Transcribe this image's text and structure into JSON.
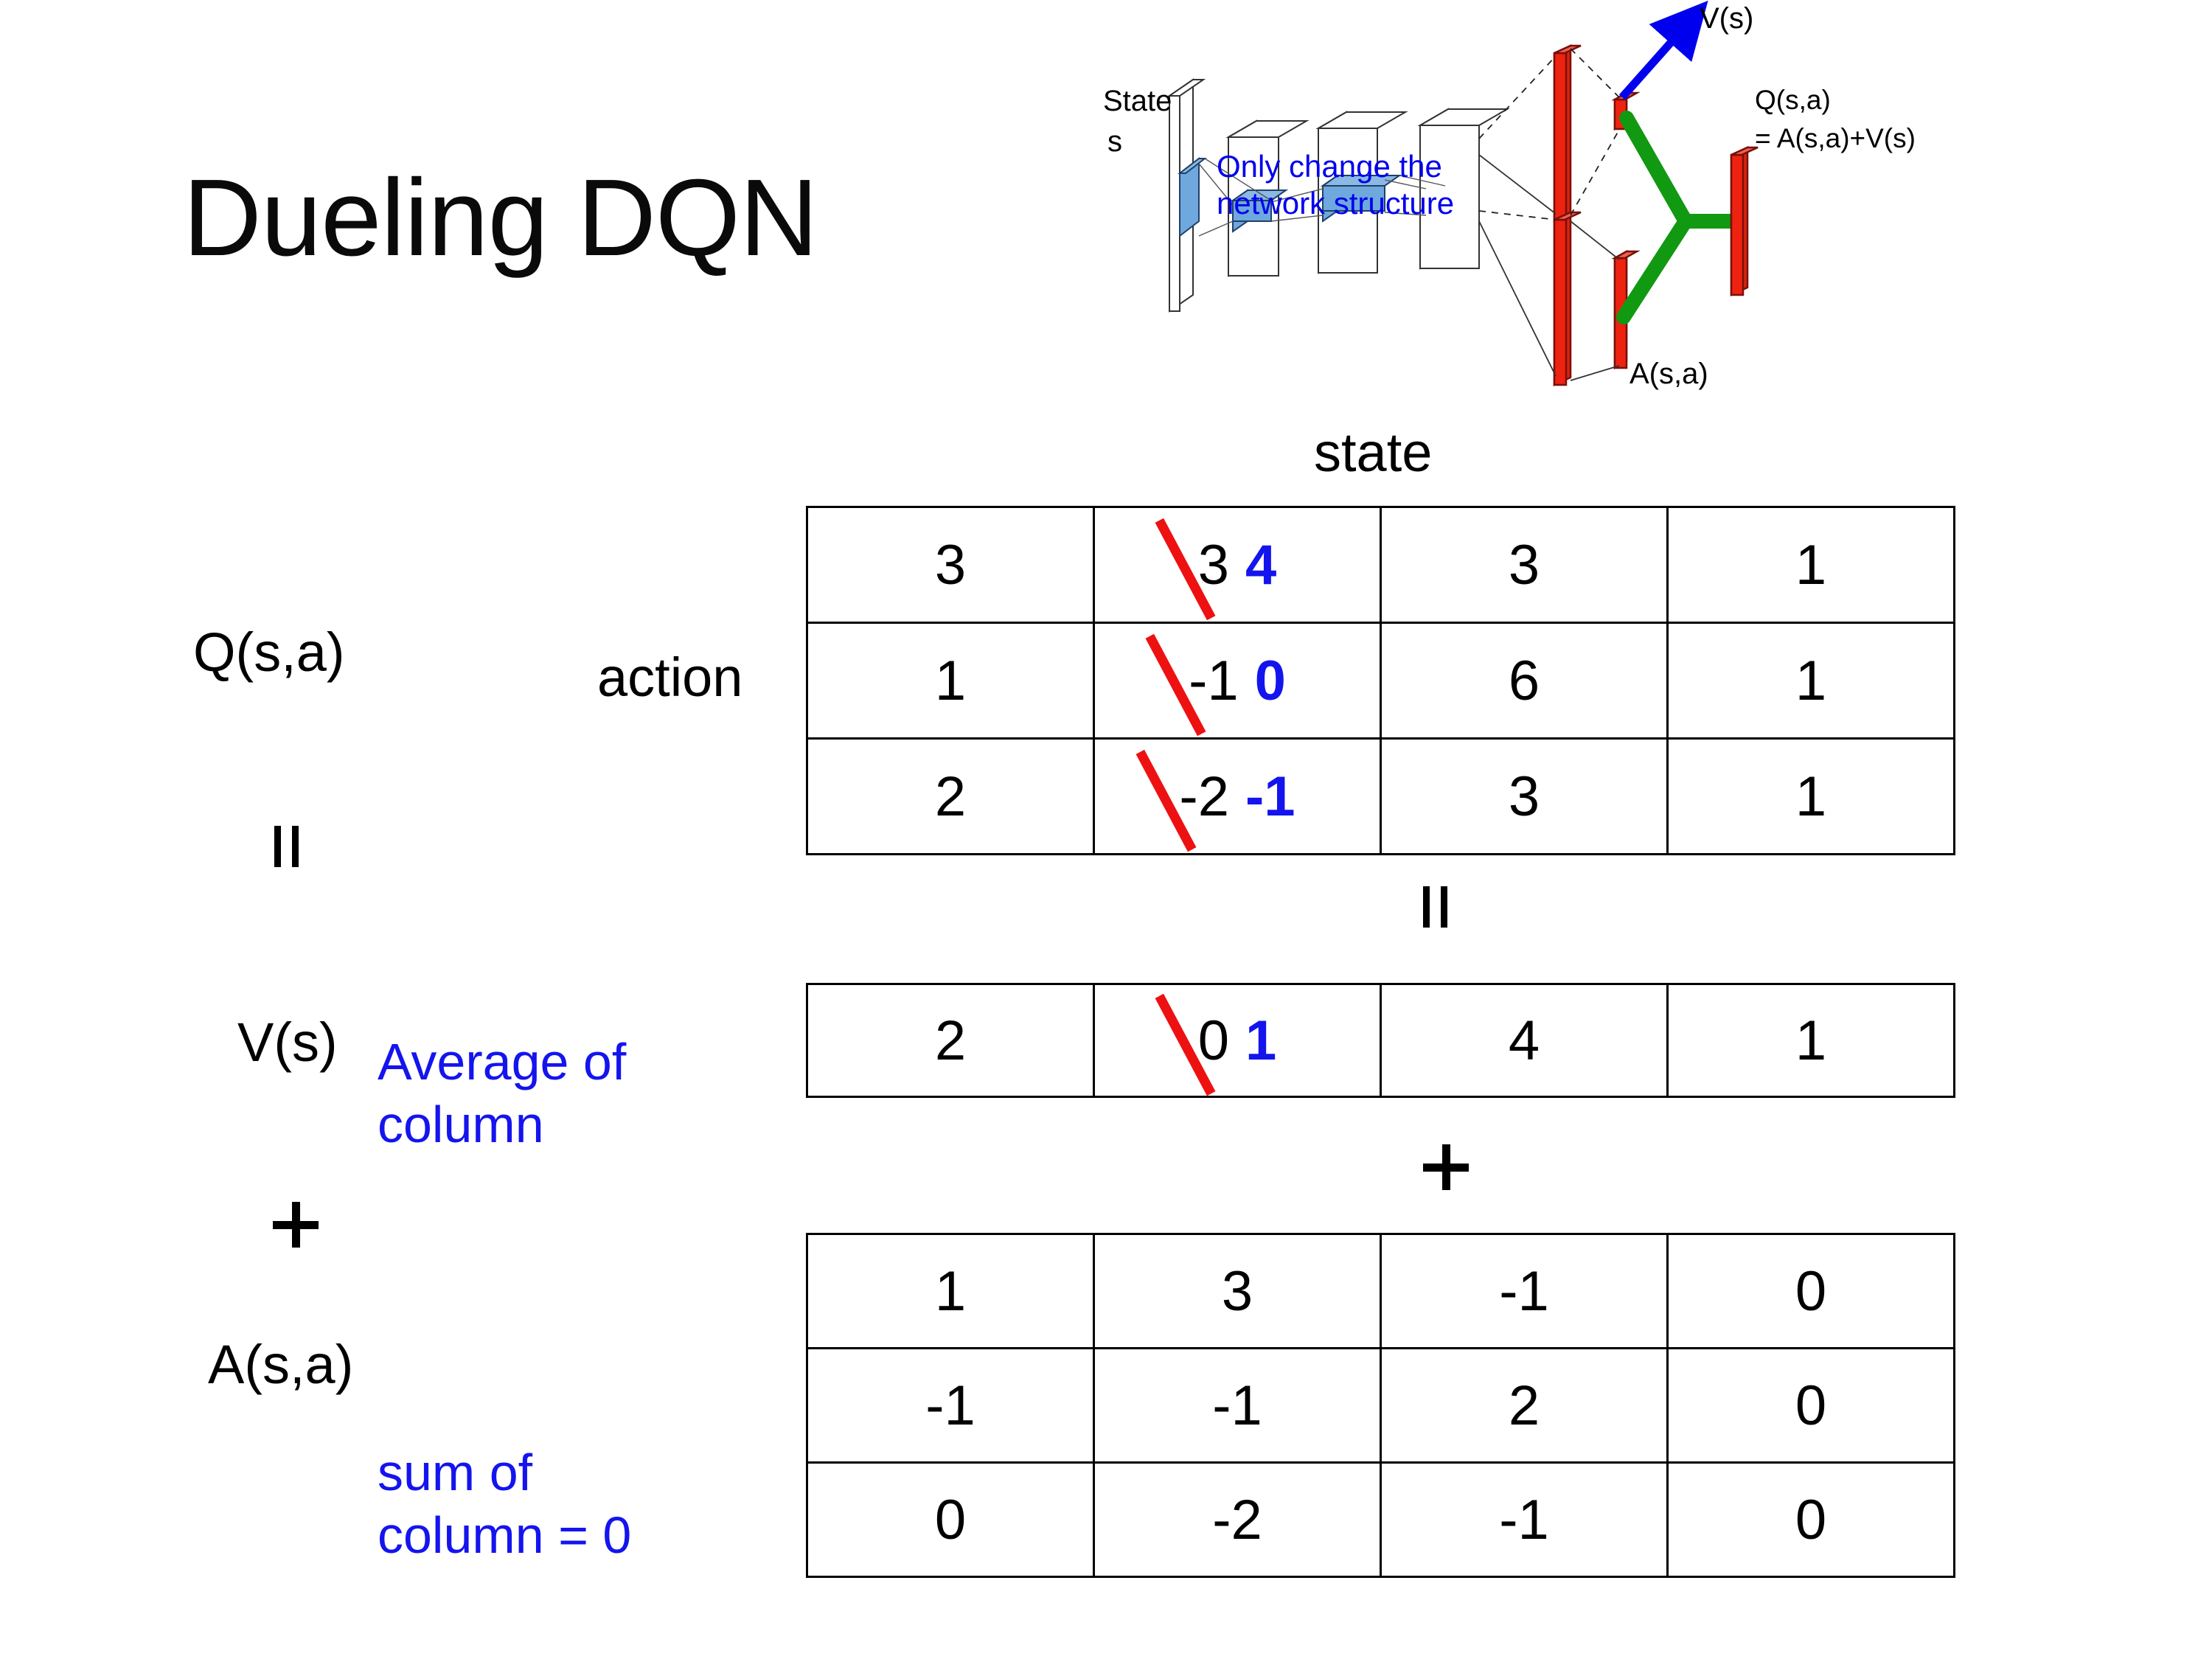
{
  "title": "Dueling DQN",
  "diagram": {
    "state_label": "State",
    "state_sub": "s",
    "note_line1": "Only change the",
    "note_line2": "network structure",
    "v_label": "V(s)",
    "a_label": "A(s,a)",
    "q_label_line1": "Q(s,a)",
    "q_label_line2": "= A(s,a)+V(s)",
    "colors": {
      "note": "#0000ee",
      "v_arrow": "#0000ee",
      "bars": "#ee2211",
      "merge": "#119911",
      "input_blue": "#6fa8dc"
    }
  },
  "labels": {
    "state_header": "state",
    "q_label": "Q(s,a)",
    "action_label": "action",
    "v_label": "V(s)",
    "a_label": "A(s,a)",
    "avg_of_column_line1": "Average of",
    "avg_of_column_line2": "column",
    "sum_of_column_line1": "sum of",
    "sum_of_column_line2": "column = 0"
  },
  "colors": {
    "annotation_blue": "#1414ee",
    "strike_red": "#ee1111",
    "text_black": "#000000"
  },
  "chart_data": {
    "type": "table",
    "title": "Dueling DQN decomposition Q(s,a) = V(s) + A(s,a)",
    "column_axis": "state",
    "row_axis": "action",
    "tables": [
      {
        "name": "Q(s,a)",
        "rows": [
          [
            {
              "value": "3"
            },
            {
              "value": "3",
              "edited": true,
              "new_value": "4"
            },
            {
              "value": "3"
            },
            {
              "value": "1"
            }
          ],
          [
            {
              "value": "1"
            },
            {
              "value": "-1",
              "edited": true,
              "new_value": "0"
            },
            {
              "value": "6"
            },
            {
              "value": "1"
            }
          ],
          [
            {
              "value": "2"
            },
            {
              "value": "-2",
              "edited": true,
              "new_value": "-1"
            },
            {
              "value": "3"
            },
            {
              "value": "1"
            }
          ]
        ]
      },
      {
        "name": "V(s)",
        "rows": [
          [
            {
              "value": "2"
            },
            {
              "value": "0",
              "edited": true,
              "new_value": "1"
            },
            {
              "value": "4"
            },
            {
              "value": "1"
            }
          ]
        ]
      },
      {
        "name": "A(s,a)",
        "rows": [
          [
            {
              "value": "1"
            },
            {
              "value": "3"
            },
            {
              "value": "-1"
            },
            {
              "value": "0"
            }
          ],
          [
            {
              "value": "-1"
            },
            {
              "value": "-1"
            },
            {
              "value": "2"
            },
            {
              "value": "0"
            }
          ],
          [
            {
              "value": "0"
            },
            {
              "value": "-2"
            },
            {
              "value": "-1"
            },
            {
              "value": "0"
            }
          ]
        ]
      }
    ],
    "operators": {
      "q_equals": "=",
      "v_plus_a": "+"
    }
  }
}
